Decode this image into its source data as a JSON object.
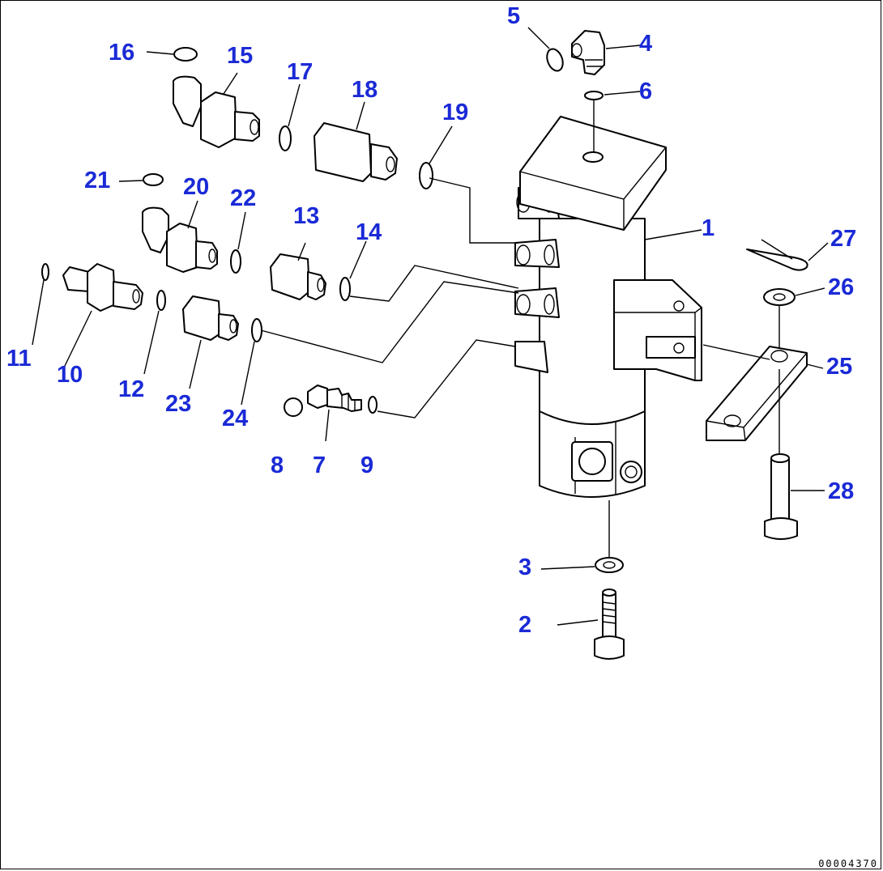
{
  "callouts": {
    "c1": "1",
    "c2": "2",
    "c3": "3",
    "c4": "4",
    "c5": "5",
    "c6": "6",
    "c7": "7",
    "c8": "8",
    "c9": "9",
    "c10": "10",
    "c11": "11",
    "c12": "12",
    "c13": "13",
    "c14": "14",
    "c15": "15",
    "c16": "16",
    "c17": "17",
    "c18": "18",
    "c19": "19",
    "c20": "20",
    "c21": "21",
    "c22": "22",
    "c23": "23",
    "c24": "24",
    "c25": "25",
    "c26": "26",
    "c27": "27",
    "c28": "28"
  },
  "colors": {
    "callout": "#1a2ad6",
    "line": "#000000",
    "background": "#ffffff"
  },
  "drawing_code": "00004370"
}
